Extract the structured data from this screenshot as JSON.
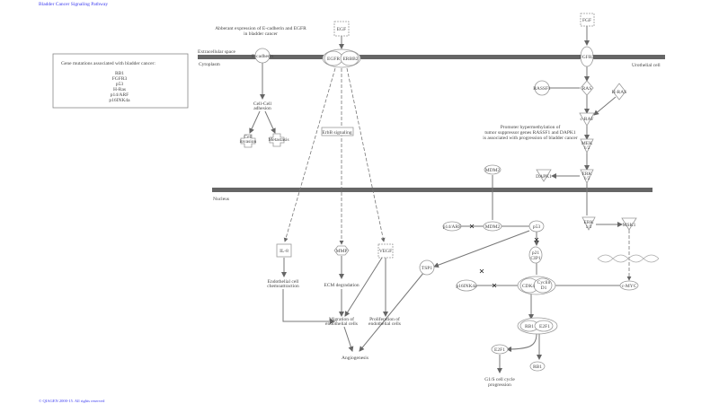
{
  "title": "Bladder Cancer Signaling Pathway",
  "copyright": "© QIAGEN 2000-15. All rights reserved",
  "regions": {
    "extracellular": "Extracellular space",
    "cytoplasm": "Cytoplasm",
    "cell": "Urothelial cell",
    "nucleus": "Nucleus"
  },
  "notes": {
    "ecad_1": "Abberant expression of E-cadherin and EGFR",
    "ecad_2": "in bladder cancer",
    "prom_1": "Promoter hypermethylation of",
    "prom_2": "tumor suppressor genes RASSF1 and DAPK1",
    "prom_3": "is associated with progression of bladder cancer"
  },
  "mutations": {
    "heading": "Gene mutations associated with bladder cancer:",
    "genes": [
      "RB1",
      "FGFR3",
      "p53",
      "H-Ras",
      "p14/ARF",
      "p16INK4a"
    ]
  },
  "nodes": {
    "egf": "EGF",
    "egfr": "EGFR",
    "erbb2": "ERBB2",
    "ecadherin": "E-cadherin",
    "cca1": "Cell-Cell",
    "cca2": "adhesion",
    "inv1": "Cell",
    "inv2": "invasion",
    "metastasis": "Metastasis",
    "erbb_signaling": "ErbB signaling",
    "fgf": "FGF",
    "fgfr3": "FGFR3",
    "rassf1": "RASSF1",
    "ras": "RAS",
    "hras": "H-RAS",
    "craf": "c-RAF",
    "mek1": "MEK",
    "mek2": "1/2",
    "dapk1": "DAPK1",
    "erk1": "ERK",
    "erk2": "1/2",
    "mdm2_top": "MDM2",
    "p14arf": "p14/ARF",
    "mdm2": "MDM2",
    "p53": "p53",
    "erk_n1": "ERK",
    "erk_n2": "1/2",
    "msk1": "MSK1",
    "p21a": "p21",
    "p21b": "CIP1",
    "tsp1": "TSP1",
    "p16": "p16INK4a",
    "cdk4": "CDK4",
    "cyc1": "Cyclin",
    "cyc2": "D1",
    "cmyc": "c-MYC",
    "rb1_c": "RB1",
    "e2f1_c": "E2F1",
    "e2f1": "E2F1",
    "rb1": "RB1",
    "g1s1": "G1/S cell cycle",
    "g1s2": "progression",
    "il8": "IL-8",
    "mmp": "MMP",
    "vegf": "VEGF",
    "chem1": "Endothelial cell",
    "chem2": "chemoattraction",
    "ecm": "ECM degradation",
    "mig1": "Migration of",
    "mig2": "endothelial cells",
    "prol1": "Proliferation of",
    "prol2": "endothelial cells",
    "angio": "Angiogenesis"
  }
}
